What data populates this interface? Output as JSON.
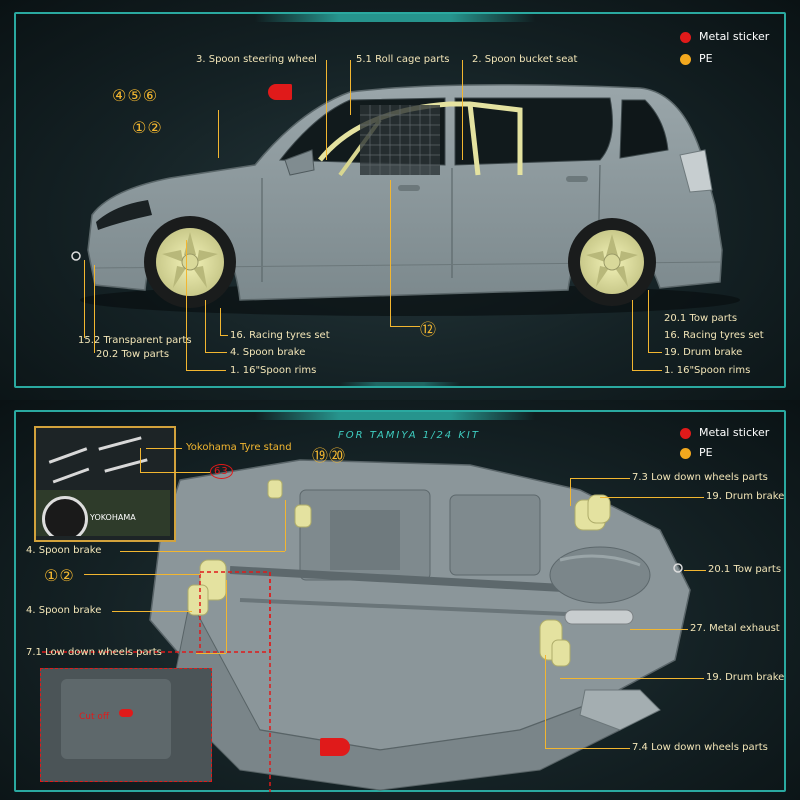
{
  "colors": {
    "accent": "#2aa9a0",
    "leader": "#f2b630",
    "sticker": "#e01a1a",
    "pe": "#f2a81e"
  },
  "legend": {
    "metal_sticker": "Metal sticker",
    "pe": "PE"
  },
  "top": {
    "labels": {
      "steering_wheel": "3. Spoon steering wheel",
      "roll_cage": "5.1 Roll cage parts",
      "bucket_seat": "2. Spoon bucket seat",
      "transparent": "15.2 Transparent parts",
      "tow_left": "20.2 Tow parts",
      "racing_tyres_left": "16. Racing tyres set",
      "spoon_brake": "4. Spoon brake",
      "spoon_rims_left": "1. 16\"Spoon rims",
      "tow_right": "20.1 Tow parts",
      "racing_tyres_right": "16. Racing tyres set",
      "drum_brake": "19. Drum brake",
      "spoon_rims_right": "1. 16\"Spoon rims"
    },
    "numbers": {
      "n456": "④⑤⑥",
      "n12": "①②",
      "n12b": "⑫"
    }
  },
  "bottom": {
    "kit": "FOR TAMIYA 1/24 KIT",
    "labels": {
      "tyre_stand": "Yokohama Tyre stand",
      "brand": "YOKOHAMA",
      "spoon_brake_a": "4. Spoon brake",
      "spoon_brake_b": "4. Spoon brake",
      "low_down_71": "7.1 Low down wheels parts",
      "low_down_73": "7.3 Low down wheels parts",
      "drum_brake_a": "19. Drum brake",
      "tow": "20.1 Tow parts",
      "exhaust": "27. Metal exhaust",
      "drum_brake_b": "19. Drum brake",
      "low_down_74": "7.4 Low down wheels parts",
      "cut_off": "Cut off"
    },
    "numbers": {
      "n1920": "⑲⑳",
      "n63": "63",
      "n12": "①②"
    }
  }
}
